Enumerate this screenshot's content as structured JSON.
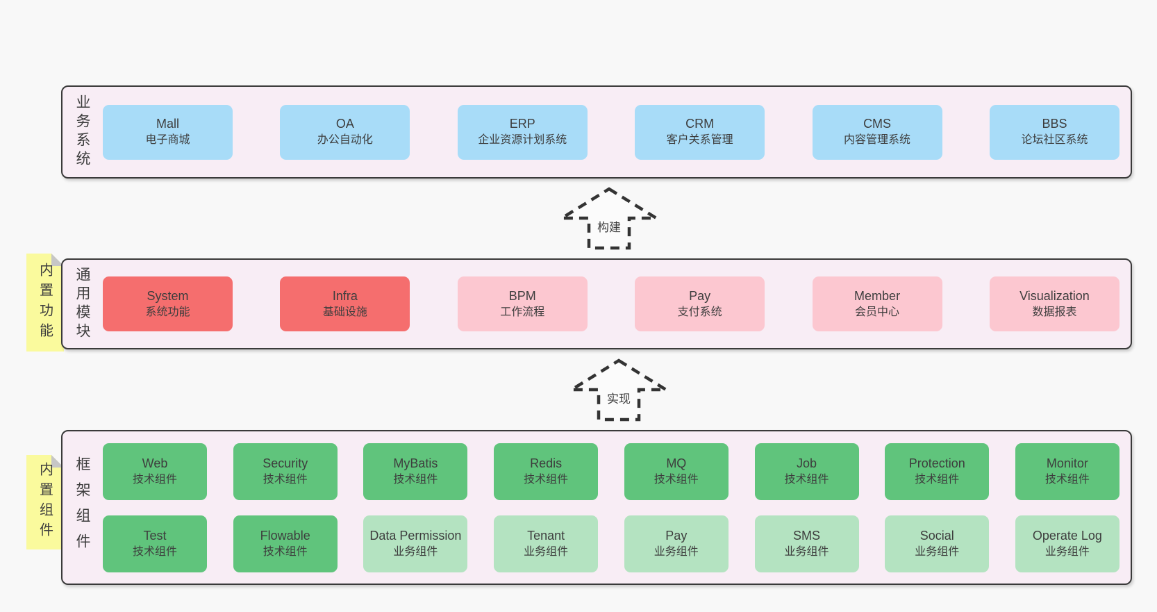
{
  "diagram": {
    "bands": [
      {
        "id": "business",
        "side_label": "业务系统",
        "sticky_label": null,
        "box_rows": [
          [
            {
              "title": "Mall",
              "subtitle": "电子商城",
              "variant": "blue"
            },
            {
              "title": "OA",
              "subtitle": "办公自动化",
              "variant": "blue"
            },
            {
              "title": "ERP",
              "subtitle": "企业资源计划系统",
              "variant": "blue"
            },
            {
              "title": "CRM",
              "subtitle": "客户关系管理",
              "variant": "blue"
            },
            {
              "title": "CMS",
              "subtitle": "内容管理系统",
              "variant": "blue"
            },
            {
              "title": "BBS",
              "subtitle": "论坛社区系统",
              "variant": "blue"
            }
          ]
        ]
      },
      {
        "id": "modules",
        "side_label": "通用模块",
        "sticky_label": "内置功能",
        "box_rows": [
          [
            {
              "title": "System",
              "subtitle": "系统功能",
              "variant": "red"
            },
            {
              "title": "Infra",
              "subtitle": "基础设施",
              "variant": "red"
            },
            {
              "title": "BPM",
              "subtitle": "工作流程",
              "variant": "pink"
            },
            {
              "title": "Pay",
              "subtitle": "支付系统",
              "variant": "pink"
            },
            {
              "title": "Member",
              "subtitle": "会员中心",
              "variant": "pink"
            },
            {
              "title": "Visualization",
              "subtitle": "数据报表",
              "variant": "pink"
            }
          ]
        ]
      },
      {
        "id": "components",
        "side_label": "框架组件",
        "sticky_label": "内置组件",
        "box_rows": [
          [
            {
              "title": "Web",
              "subtitle": "技术组件",
              "variant": "green"
            },
            {
              "title": "Security",
              "subtitle": "技术组件",
              "variant": "green"
            },
            {
              "title": "MyBatis",
              "subtitle": "技术组件",
              "variant": "green"
            },
            {
              "title": "Redis",
              "subtitle": "技术组件",
              "variant": "green"
            },
            {
              "title": "MQ",
              "subtitle": "技术组件",
              "variant": "green"
            },
            {
              "title": "Job",
              "subtitle": "技术组件",
              "variant": "green"
            },
            {
              "title": "Protection",
              "subtitle": "技术组件",
              "variant": "green"
            },
            {
              "title": "Monitor",
              "subtitle": "技术组件",
              "variant": "green"
            }
          ],
          [
            {
              "title": "Test",
              "subtitle": "技术组件",
              "variant": "green"
            },
            {
              "title": "Flowable",
              "subtitle": "技术组件",
              "variant": "green"
            },
            {
              "title": "Data Permission",
              "subtitle": "业务组件",
              "variant": "lightgreen"
            },
            {
              "title": "Tenant",
              "subtitle": "业务组件",
              "variant": "lightgreen"
            },
            {
              "title": "Pay",
              "subtitle": "业务组件",
              "variant": "lightgreen"
            },
            {
              "title": "SMS",
              "subtitle": "业务组件",
              "variant": "lightgreen"
            },
            {
              "title": "Social",
              "subtitle": "业务组件",
              "variant": "lightgreen"
            },
            {
              "title": "Operate Log",
              "subtitle": "业务组件",
              "variant": "lightgreen"
            }
          ]
        ]
      }
    ],
    "arrows": [
      {
        "label": "构建"
      },
      {
        "label": "实现"
      }
    ],
    "colors": {
      "page_bg": "#f8f8f8",
      "panel_bg": "#f8edf5",
      "panel_border": "#3a3a3a",
      "blue": "#a8dcf8",
      "red": "#f56e6e",
      "pink": "#fcc7d0",
      "green": "#60c47c",
      "lightgreen": "#b4e3c1",
      "sticky_yellow": "#fafa9d",
      "text": "#3d3d3d"
    }
  }
}
